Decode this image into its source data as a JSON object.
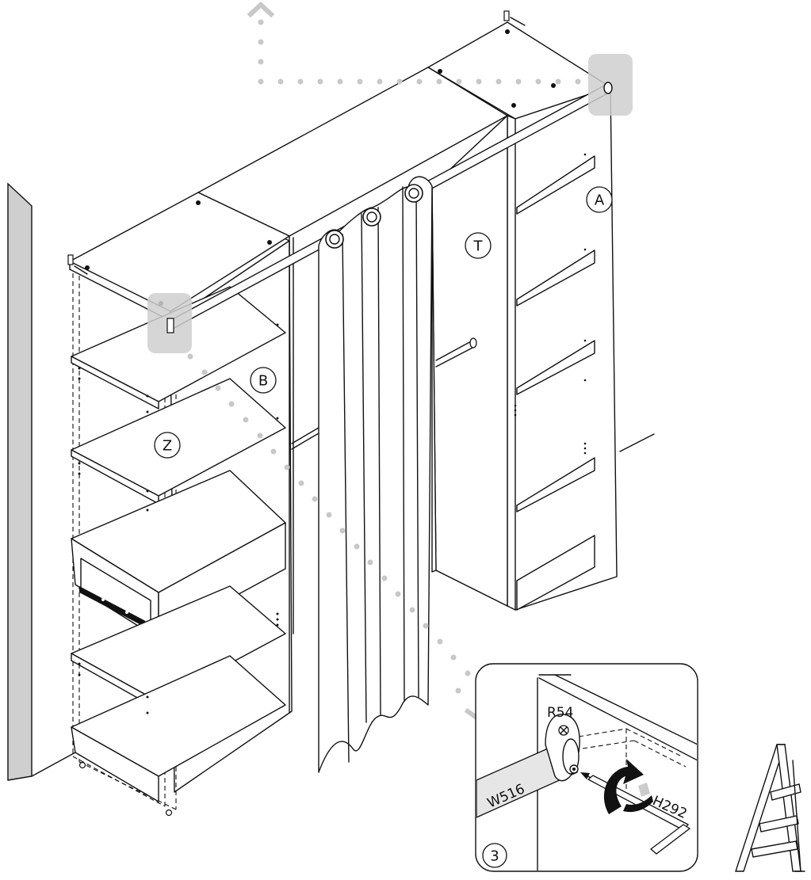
{
  "labels": {
    "panel_a": "A",
    "panel_t": "T",
    "panel_b": "B",
    "panel_z": "Z"
  },
  "detail": {
    "step": "3",
    "rod_part": "W516",
    "bracket_part": "R54",
    "key_part": "H292"
  },
  "icons": {
    "step_ladder": "step-ladder-icon",
    "rotate_arrow": "rotate-arrow-icon",
    "hex_key": "hex-key-icon"
  },
  "colors": {
    "line": "#111111",
    "highlight": "#cfcfcf",
    "guide_dots": "#c8c8c8",
    "rod_fill": "#e6e6e6"
  }
}
